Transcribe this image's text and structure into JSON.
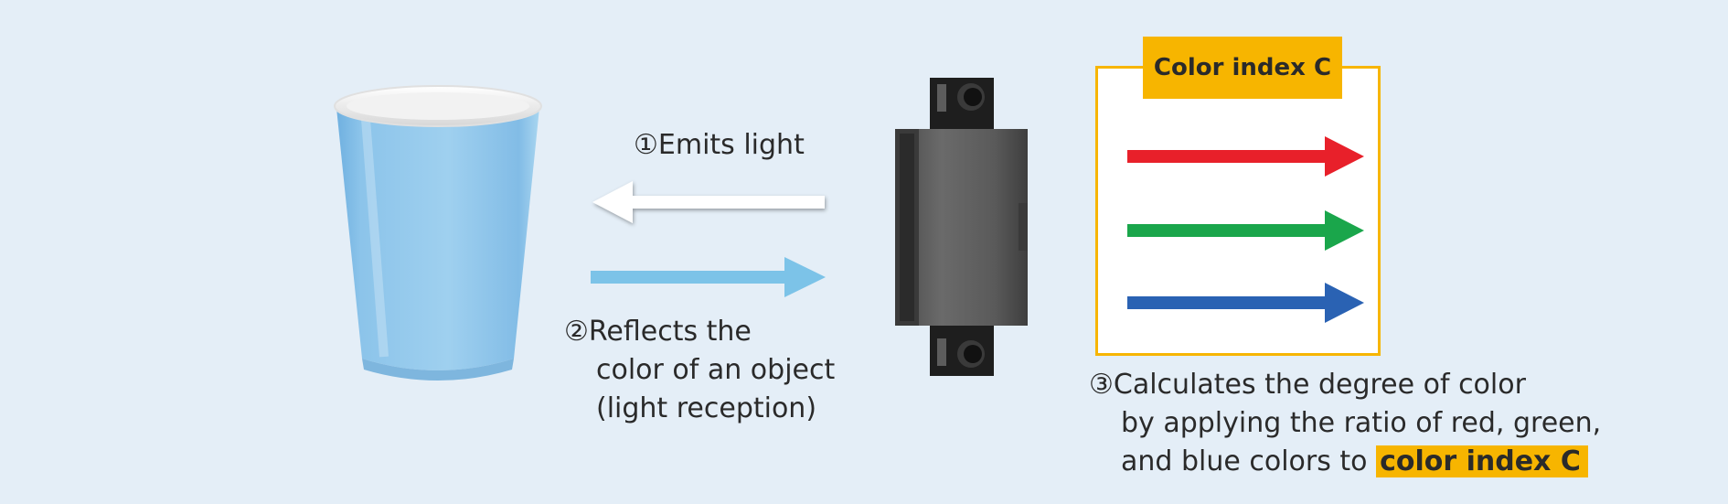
{
  "labels": {
    "emit": "①Emits light",
    "reflect_line1": "②Reflects the",
    "reflect_line2": "color of an object",
    "reflect_line3": "(light reception)",
    "calc_line1": "③Calculates the degree of color",
    "calc_line2": "by applying the ratio of red, green,",
    "calc_line3_prefix": "and blue colors to ",
    "calc_line3_highlight": "color index C"
  },
  "panel": {
    "title": "Color index C",
    "arrows": [
      {
        "color_name": "red",
        "color": "#e8202a"
      },
      {
        "color_name": "green",
        "color": "#1aa64b"
      },
      {
        "color_name": "blue",
        "color": "#2a62b3"
      }
    ]
  },
  "colors": {
    "background": "#e4eef7",
    "accent": "#f7b500",
    "emit_arrow": "#ffffff",
    "reflect_arrow": "#7cc3e8",
    "cup": "#8cc4e8"
  },
  "icons": {
    "object": "paper-cup",
    "sensor": "color-sensor"
  }
}
